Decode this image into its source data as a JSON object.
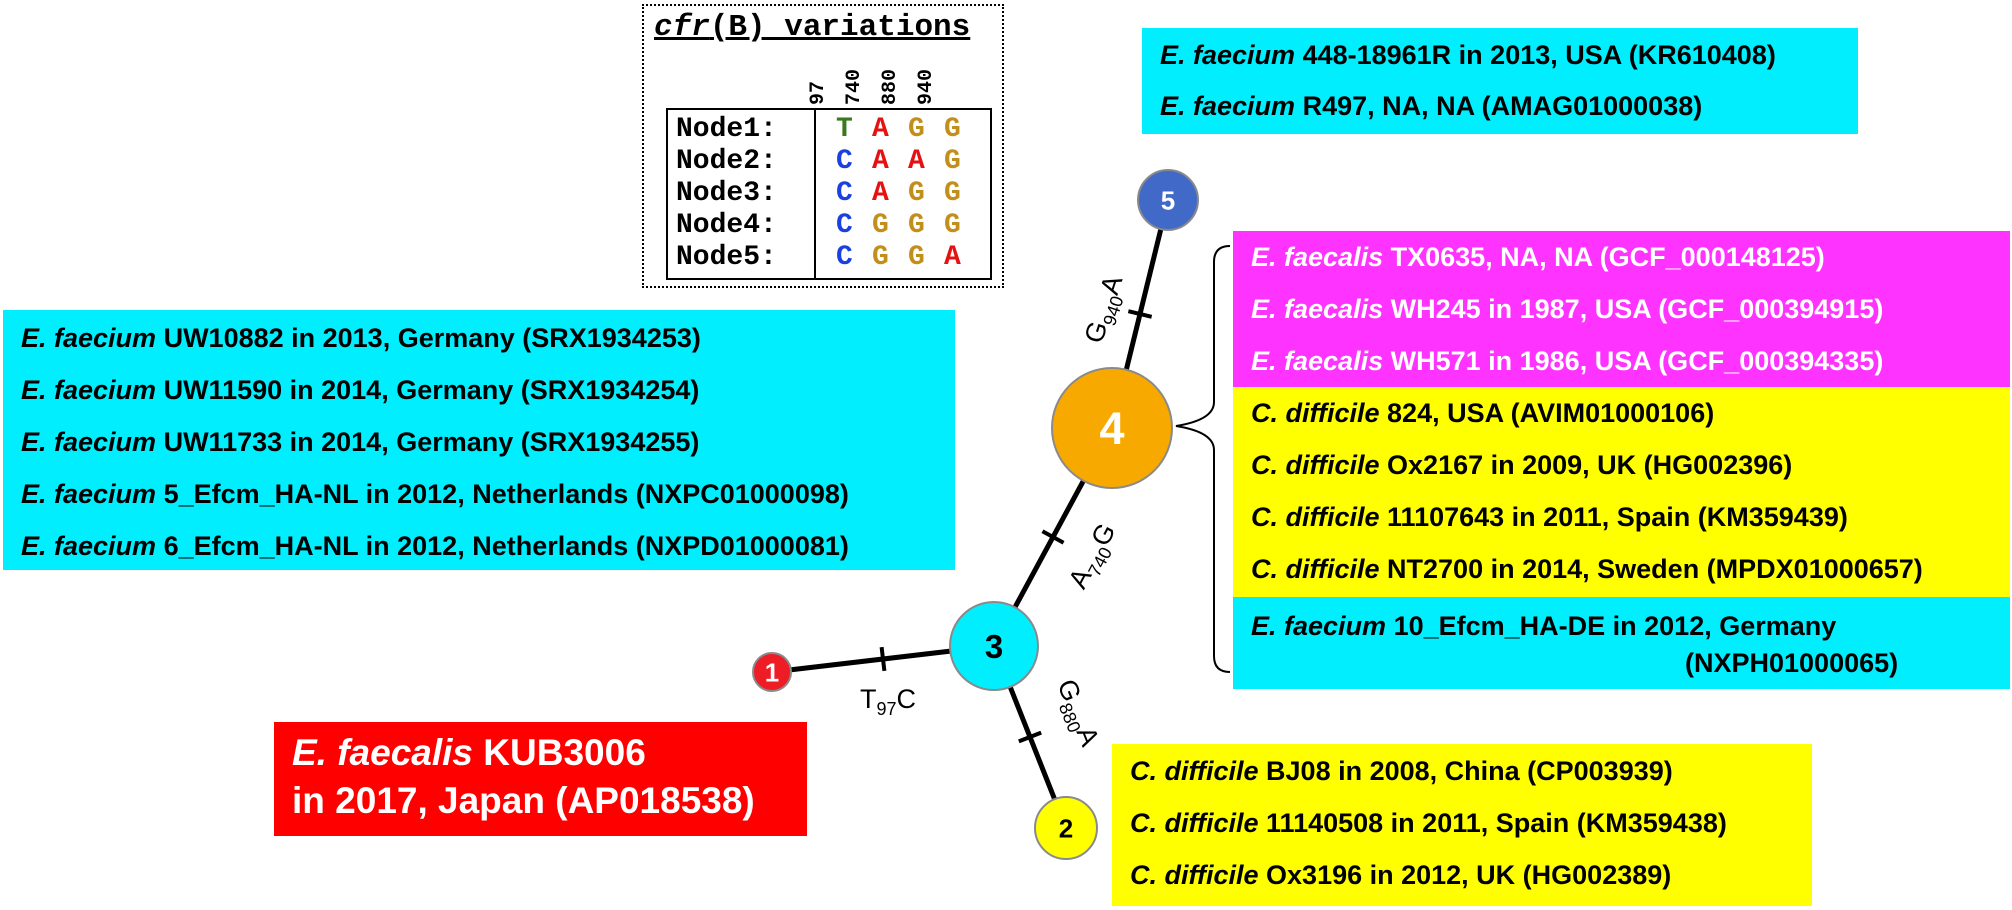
{
  "inset": {
    "title_italic": "cfr",
    "title_rest": "(B) variations",
    "positions": [
      "97",
      "740",
      "880",
      "940"
    ],
    "nodes": [
      {
        "label": "Node1:",
        "bases": [
          "T",
          "A",
          "G",
          "G"
        ],
        "colors": [
          "#3a7a1e",
          "#e41212",
          "#c2901a",
          "#c2901a"
        ]
      },
      {
        "label": "Node2:",
        "bases": [
          "C",
          "A",
          "A",
          "G"
        ],
        "colors": [
          "#1b3fe0",
          "#e41212",
          "#e41212",
          "#c2901a"
        ]
      },
      {
        "label": "Node3:",
        "bases": [
          "C",
          "A",
          "G",
          "G"
        ],
        "colors": [
          "#1b3fe0",
          "#e41212",
          "#c2901a",
          "#c2901a"
        ]
      },
      {
        "label": "Node4:",
        "bases": [
          "C",
          "G",
          "G",
          "G"
        ],
        "colors": [
          "#1b3fe0",
          "#c2901a",
          "#c2901a",
          "#c2901a"
        ]
      },
      {
        "label": "Node5:",
        "bases": [
          "C",
          "G",
          "G",
          "A"
        ],
        "colors": [
          "#1b3fe0",
          "#c2901a",
          "#c2901a",
          "#e41212"
        ]
      }
    ]
  },
  "network": {
    "nodes": [
      {
        "id": "1",
        "label": "1",
        "color": "#ee1c24",
        "text_color": "#ffffff"
      },
      {
        "id": "2",
        "label": "2",
        "color": "#ffff00",
        "text_color": "#000000"
      },
      {
        "id": "3",
        "label": "3",
        "color": "#00eefe",
        "text_color": "#000000"
      },
      {
        "id": "4",
        "label": "4",
        "color": "#f8a900",
        "text_color": "#ffffff"
      },
      {
        "id": "5",
        "label": "5",
        "color": "#4169c8",
        "text_color": "#ffffff"
      }
    ],
    "mutations": [
      {
        "from": "1",
        "to": "3",
        "base1": "T",
        "pos": "97",
        "base2": "C"
      },
      {
        "from": "3",
        "to": "4",
        "base1": "A",
        "pos": "740",
        "base2": "G"
      },
      {
        "from": "3",
        "to": "2",
        "base1": "G",
        "pos": "880",
        "base2": "A"
      },
      {
        "from": "4",
        "to": "5",
        "base1": "G",
        "pos": "940",
        "base2": "A"
      }
    ]
  },
  "groups": {
    "node5": [
      {
        "species": "E. faecium",
        "rest": " 448-18961R in 2013, USA (KR610408)"
      },
      {
        "species": "E. faecium",
        "rest": " R497, NA, NA (AMAG01000038)"
      }
    ],
    "node3": [
      {
        "species": "E. faecium",
        "rest": " UW10882 in 2013, Germany (SRX1934253)"
      },
      {
        "species": "E. faecium",
        "rest": " UW11590 in 2014, Germany (SRX1934254)"
      },
      {
        "species": "E. faecium",
        "rest": " UW11733 in 2014, Germany (SRX1934255)"
      },
      {
        "species": "E. faecium",
        "rest": " 5_Efcm_HA-NL in 2012, Netherlands (NXPC01000098)"
      },
      {
        "species": "E. faecium",
        "rest": " 6_Efcm_HA-NL in 2012, Netherlands (NXPD01000081)"
      }
    ],
    "node4_faecalis": [
      {
        "species": "E. faecalis",
        "rest": " TX0635, NA, NA (GCF_000148125)"
      },
      {
        "species": "E. faecalis",
        "rest": " WH245 in 1987, USA (GCF_000394915)"
      },
      {
        "species": "E. faecalis",
        "rest": " WH571 in 1986, USA (GCF_000394335)"
      }
    ],
    "node4_difficile": [
      {
        "species": "C. difficile",
        "rest": " 824, USA (AVIM01000106)"
      },
      {
        "species": "C. difficile",
        "rest": " Ox2167 in 2009, UK (HG002396)"
      },
      {
        "species": "C. difficile",
        "rest": " 11107643 in 2011, Spain (KM359439)"
      },
      {
        "species": "C. difficile",
        "rest": " NT2700 in 2014, Sweden (MPDX01000657)"
      }
    ],
    "node4_faecium": {
      "species": "E. faecium",
      "rest": " 10_Efcm_HA-DE in 2012, Germany",
      "line2": "(NXPH01000065)"
    },
    "node2": [
      {
        "species": "C. difficile",
        "rest": " BJ08 in 2008, China (CP003939)"
      },
      {
        "species": "C. difficile",
        "rest": " 11140508 in 2011, Spain (KM359438)"
      },
      {
        "species": "C. difficile",
        "rest": " Ox3196 in 2012, UK (HG002389)"
      }
    ],
    "node1": {
      "species": "E. faecalis",
      "rest": " KUB3006",
      "line2": "in 2017, Japan (AP018538)"
    }
  }
}
